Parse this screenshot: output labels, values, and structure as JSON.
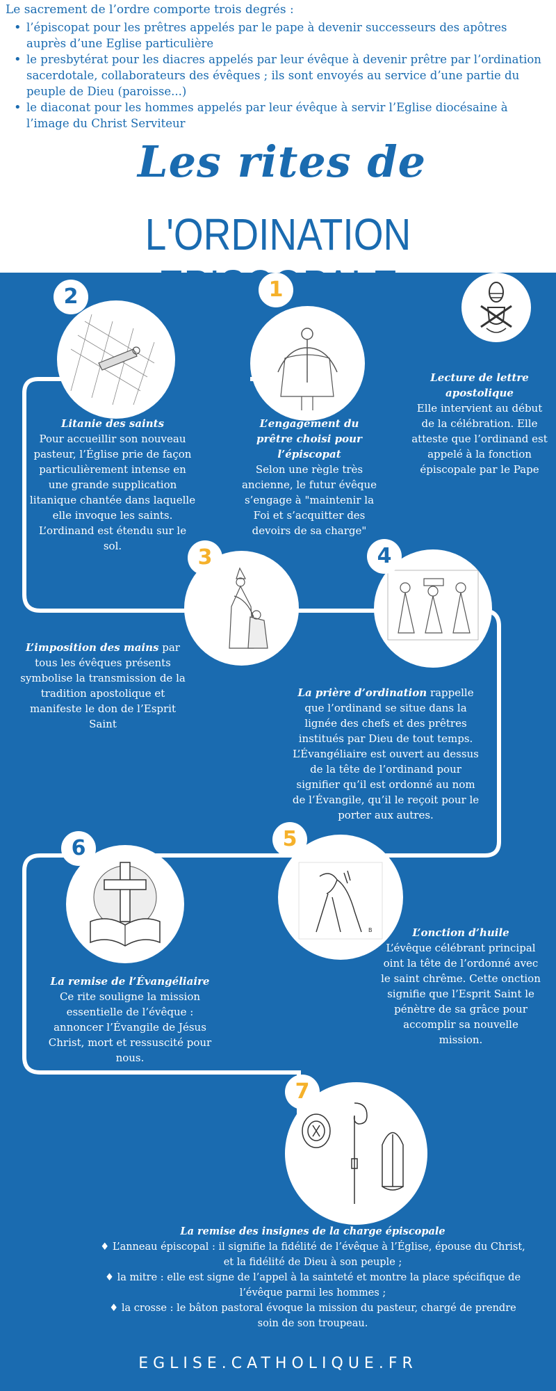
{
  "intro": {
    "lead": "Le sacrement de l’ordre comporte trois degrés :",
    "items": [
      "l’épiscopat pour les prêtres appelés par le pape à devenir successeurs des apôtres auprès d’une Eglise particulière",
      "le presbytérat pour les diacres appelés par leur évêque à devenir prêtre par l’ordination sacerdotale, collaborateurs des évêques ; ils sont envoyés au service d’une partie du peuple de Dieu (paroisse...)",
      "le diaconat pour les hommes appelés par leur évêque à servir l’Eglise diocésaine à l’image du Christ Serviteur"
    ]
  },
  "title": {
    "script": "Les rites de",
    "main": "L'ORDINATION EPISCOPALE"
  },
  "colors": {
    "blue": "#1a6bb0",
    "gold": "#f5b12b",
    "white": "#ffffff"
  },
  "steps": {
    "lettre": {
      "icon": "papal-coat-of-arms-icon",
      "heading": "Lecture de lettre apostolique",
      "body": "Elle intervient au début de la célébration. Elle atteste que l’ordinand est appelé à la fonction épiscopale par le Pape"
    },
    "s1": {
      "number": "1",
      "icon": "priest-with-open-arms-icon",
      "heading": "L’engagement du prêtre choisi pour l’épiscopat",
      "body": "Selon une règle très ancienne, le futur évêque s’engage à \"maintenir la Foi et s’acquitter des devoirs de sa charge\""
    },
    "s2": {
      "number": "2",
      "icon": "prostrate-ordinand-icon",
      "heading": "Litanie des saints",
      "body": "Pour accueillir son nouveau pasteur, l’Église prie de façon particulièrement intense en une grande supplication litanique chantée dans laquelle elle invoque les saints. L’ordinand est étendu sur le sol."
    },
    "s3": {
      "number": "3",
      "icon": "laying-on-of-hands-icon",
      "heading": "L’imposition des mains",
      "body": "par tous les évêques présents symbolise la transmission de la tradition apostolique et manifeste le don de l’Esprit Saint"
    },
    "s4": {
      "number": "4",
      "icon": "bishops-with-gospel-book-icon",
      "heading": "La prière d’ordination",
      "body": "rappelle que l’ordinand se situe dans la lignée des chefs et des prêtres institués par Dieu de tout temps. L’Évangéliaire est ouvert au dessus de la tête de l’ordinand pour signifier qu’il est ordonné au nom de l’Évangile, qu’il le reçoit pour le porter aux autres."
    },
    "s5": {
      "number": "5",
      "icon": "anointing-hand-icon",
      "heading": "L’onction d’huile",
      "body": "L’évêque célébrant principal oint la tête de l’ordonné avec le saint chrême. Cette onction signifie que l’Esprit Saint le pénètre de sa grâce pour accomplir sa nouvelle mission."
    },
    "s6": {
      "number": "6",
      "icon": "cross-and-open-book-icon",
      "heading": "La remise de l’Évangéliaire",
      "body": "Ce rite souligne la mission essentielle de l’évêque : annoncer l’Évangile de Jésus Christ, mort et ressuscité pour nous."
    },
    "s7": {
      "number": "7",
      "icon": "ring-crosier-mitre-icon",
      "heading": "La remise des insignes de la charge épiscopale",
      "items": [
        "L’anneau épiscopal : il signifie la fidélité de l’évêque à l’Église, épouse du Christ, et la fidélité de Dieu à son peuple ;",
        "la mitre : elle est signe de l’appel à la sainteté et montre la place spécifique de l’évêque parmi les hommes ;",
        "la crosse : le bâton pastoral évoque la mission du pasteur, chargé de prendre soin de son troupeau."
      ]
    }
  },
  "footer": {
    "site": "EGLISE.CATHOLIQUE.FR"
  }
}
